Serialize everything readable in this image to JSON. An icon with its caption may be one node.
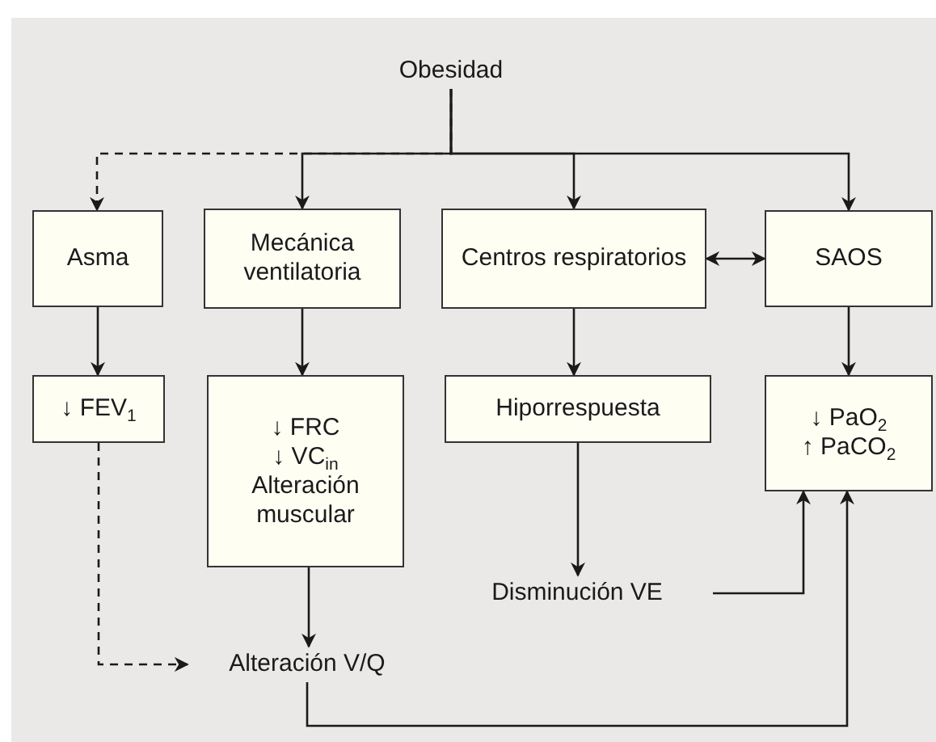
{
  "diagram": {
    "nodes": [
      {
        "text": [
          "Obesidad"
        ]
      },
      {
        "text": [
          "Asma"
        ]
      },
      {
        "text": [
          "Mecánica ventilatoria"
        ]
      },
      {
        "text": [
          "Centros respiratorios"
        ]
      },
      {
        "text": [
          "SAOS"
        ]
      },
      {
        "text": [
          "↓ FEV$_{1}$"
        ]
      },
      {
        "text": [
          "↓ FRC",
          "↓ VC$_{in}$",
          "Alteración muscular"
        ]
      },
      {
        "text": [
          "Hiporrespuesta"
        ]
      },
      {
        "text": [
          "↓ PaO$_{2}$",
          "↑ PaCO$_{2}$"
        ]
      },
      {
        "text": [
          "Disminución VE"
        ]
      },
      {
        "text": [
          "Alteración V/Q"
        ]
      }
    ],
    "edges": [
      {
        "from": 0,
        "to": 1,
        "arrow": "to",
        "style": "dashed"
      },
      {
        "from": 0,
        "to": 2,
        "arrow": "to"
      },
      {
        "from": 0,
        "to": 3,
        "arrow": "to"
      },
      {
        "from": 0,
        "to": 4,
        "arrow": "to"
      },
      {
        "from": 3,
        "to": 4,
        "arrow": "both"
      },
      {
        "from": 1,
        "to": 5,
        "arrow": "to"
      },
      {
        "from": 2,
        "to": 6,
        "arrow": "to"
      },
      {
        "from": 3,
        "to": 7,
        "arrow": "to"
      },
      {
        "from": 4,
        "to": 8,
        "arrow": "to"
      },
      {
        "from": 5,
        "to": 10,
        "arrow": "to",
        "style": "dashed"
      },
      {
        "from": 6,
        "to": 10,
        "arrow": "to"
      },
      {
        "from": 7,
        "to": 9,
        "arrow": "to"
      },
      {
        "from": 9,
        "to": 8,
        "arrow": "to"
      },
      {
        "from": 10,
        "to": 8,
        "arrow": "to"
      }
    ]
  }
}
